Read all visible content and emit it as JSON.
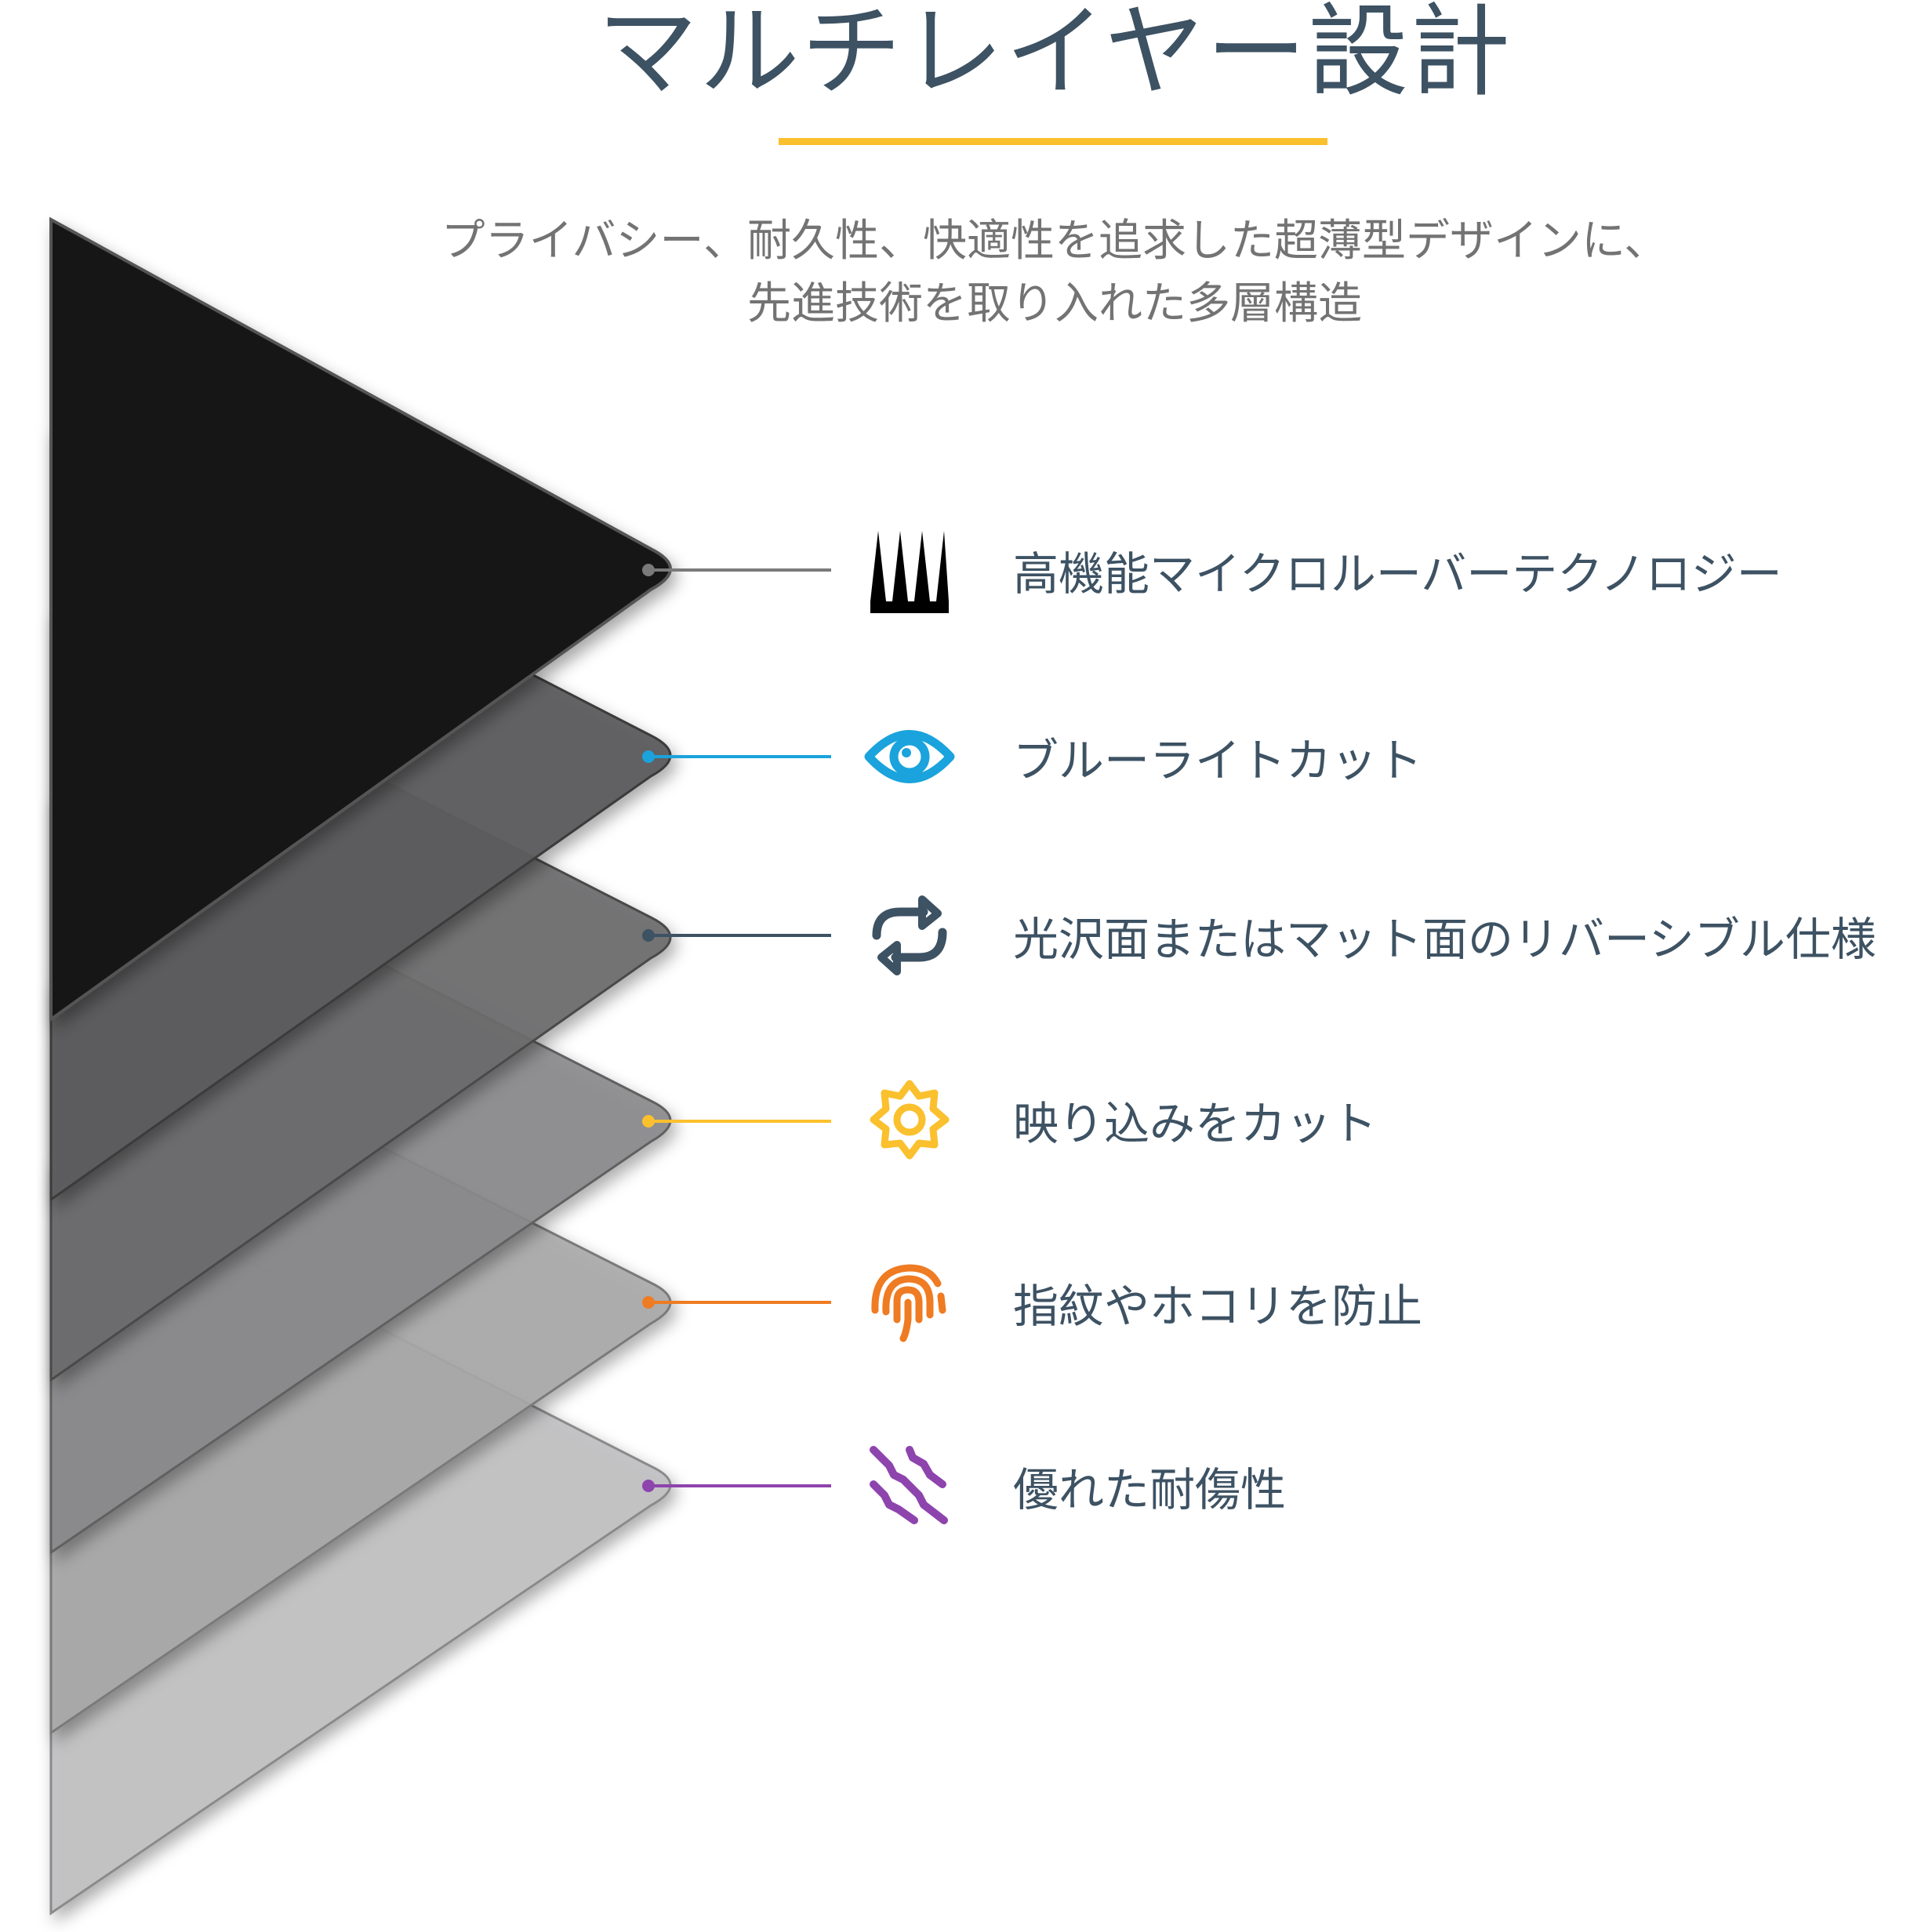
{
  "header": {
    "title": "マルチレイヤー設計",
    "accent_color": "#fbc02d",
    "subtitle_line1": "プライバシー、耐久性、快適性を追求した超薄型デザインに、",
    "subtitle_line2": "先進技術を取り入れた多層構造"
  },
  "features": [
    {
      "label": "高機能マイクロルーバーテクノロジー",
      "icon": "micro-louver-icon",
      "color": "#7a7a7a",
      "icon_color": "#000000"
    },
    {
      "label": "ブルーライトカット",
      "icon": "eye-icon",
      "color": "#1aa3dc",
      "icon_color": "#1aa3dc"
    },
    {
      "label": "光沢面またはマット面のリバーシブル仕様",
      "icon": "reverse-arrows-icon",
      "color": "#3d5263",
      "icon_color": "#3d5263"
    },
    {
      "label": "映り込みをカット",
      "icon": "sun-icon",
      "color": "#fbc02d",
      "icon_color": "#fbc02d"
    },
    {
      "label": "指紋やホコリを防止",
      "icon": "fingerprint-icon",
      "color": "#ef7b22",
      "icon_color": "#ef7b22"
    },
    {
      "label": "優れた耐傷性",
      "icon": "scratch-icon",
      "color": "#8e44ad",
      "icon_color": "#8e44ad"
    }
  ],
  "layer_colors": [
    "#171717",
    "#5e5e5e",
    "#6f6f6f",
    "#8a8a8a",
    "#a9a9a9",
    "#c2c2c2"
  ]
}
